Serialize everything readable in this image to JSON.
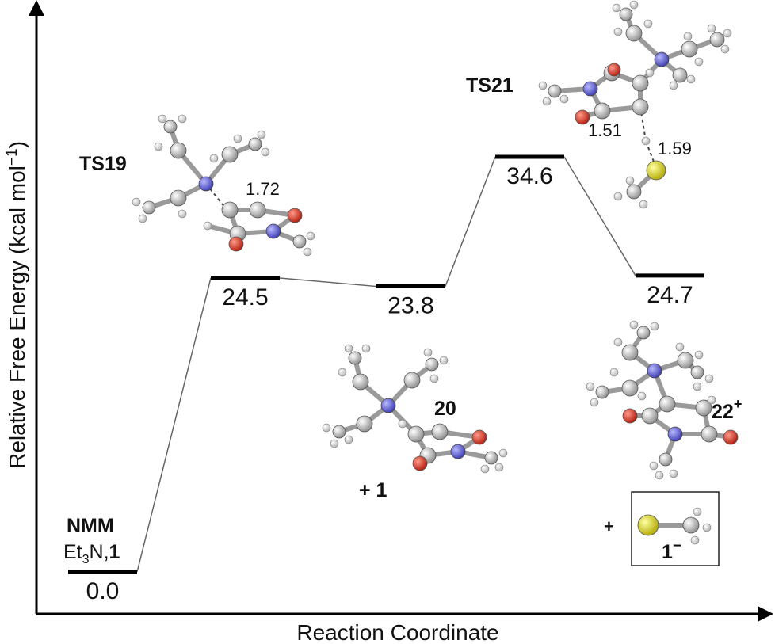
{
  "chart_data": {
    "type": "line",
    "subtype": "energy-profile",
    "xlabel": "Reaction Coordinate",
    "ylabel": "Relative Free Energy (kcal mol",
    "ylabel_sup": "−1",
    "ylabel_close": ")",
    "ylim": [
      0,
      40
    ],
    "grid": false,
    "states": [
      {
        "name": "NMM",
        "energy": 0.0,
        "value_label": "0.0",
        "sublabel_pre": "Et",
        "sublabel_sub": "3",
        "sublabel_post": "N,",
        "sublabel_bold": "1"
      },
      {
        "name": "TS19",
        "energy": 24.5,
        "value_label": "24.5"
      },
      {
        "name": "20",
        "energy": 23.8,
        "value_label": "23.8",
        "extra_label": "+ 1"
      },
      {
        "name": "TS21",
        "energy": 34.6,
        "value_label": "34.6"
      },
      {
        "name": "22",
        "name_sup": "+",
        "energy": 24.7,
        "value_label": "24.7",
        "extra_label": "+",
        "boxed_label": "1",
        "boxed_sup": "−"
      }
    ],
    "annotations": {
      "ts19_distance": "1.72",
      "ts21_distance_1": "1.51",
      "ts21_distance_2": "1.59"
    }
  },
  "colors": {
    "bond": "#9a9a9a",
    "carbon": "#c8c8c8",
    "hydrogen": "#f2f2f2",
    "nitrogen": "#6a6ad6",
    "oxygen": "#e23020",
    "sulfur": "#e8e020",
    "connector": "#666666",
    "level": "#000000"
  }
}
